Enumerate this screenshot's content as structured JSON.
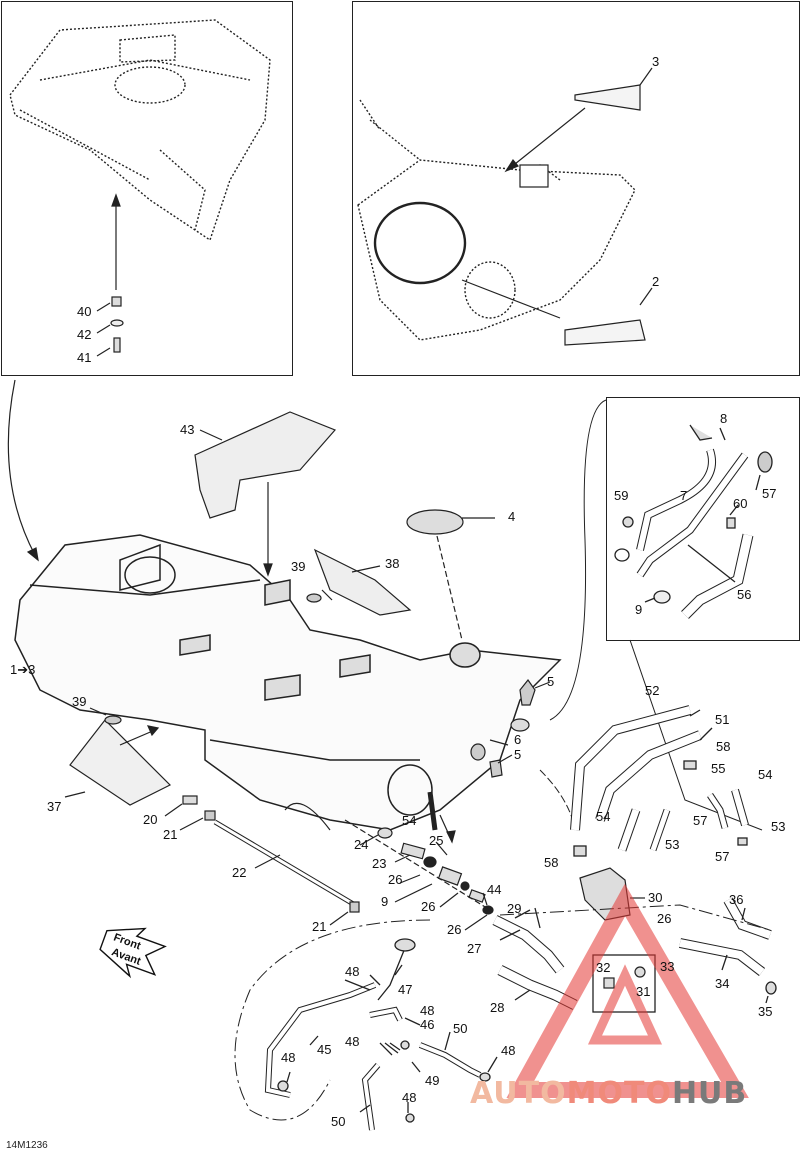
{
  "diagram_code": "14M1236",
  "front_arrow": {
    "line1": "Front",
    "line2": "Avant"
  },
  "watermark": {
    "part1": "AUTO",
    "part2": "MOTO",
    "part3": "HUB"
  },
  "labels": {
    "l3": "3",
    "l2": "2",
    "l40": "40",
    "l42": "42",
    "l41": "41",
    "l43": "43",
    "l4": "4",
    "l8": "8",
    "l59": "59",
    "l7": "7",
    "l60": "60",
    "l57a": "57",
    "l9a": "9",
    "l56": "56",
    "l39a": "39",
    "l38": "38",
    "l1": "1➔3",
    "l39b": "39",
    "l5a": "5",
    "l6": "6",
    "l5b": "5",
    "l52": "52",
    "l51": "51",
    "l58a": "58",
    "l55": "55",
    "l54a": "54",
    "l54b": "54",
    "l57b": "57",
    "l53a": "53",
    "l53b": "53",
    "l57c": "57",
    "l37": "37",
    "l20": "20",
    "l21a": "21",
    "l54c": "54",
    "l25": "25",
    "l24": "24",
    "l23": "23",
    "l26a": "26",
    "l22": "22",
    "l58b": "58",
    "l9b": "9",
    "l26b": "26",
    "l44": "44",
    "l30": "30",
    "l21b": "21",
    "l29": "29",
    "l26c": "26",
    "l36": "36",
    "l26d": "26",
    "l27": "27",
    "l33": "33",
    "l32": "32",
    "l31": "31",
    "l34": "34",
    "l35": "35",
    "l28": "28",
    "l47": "47",
    "l48a": "48",
    "l48b": "48",
    "l46": "46",
    "l45": "45",
    "l48c": "48",
    "l50a": "50",
    "l48d": "48",
    "l49": "49",
    "l48e": "48",
    "l48f": "48",
    "l50b": "50"
  }
}
